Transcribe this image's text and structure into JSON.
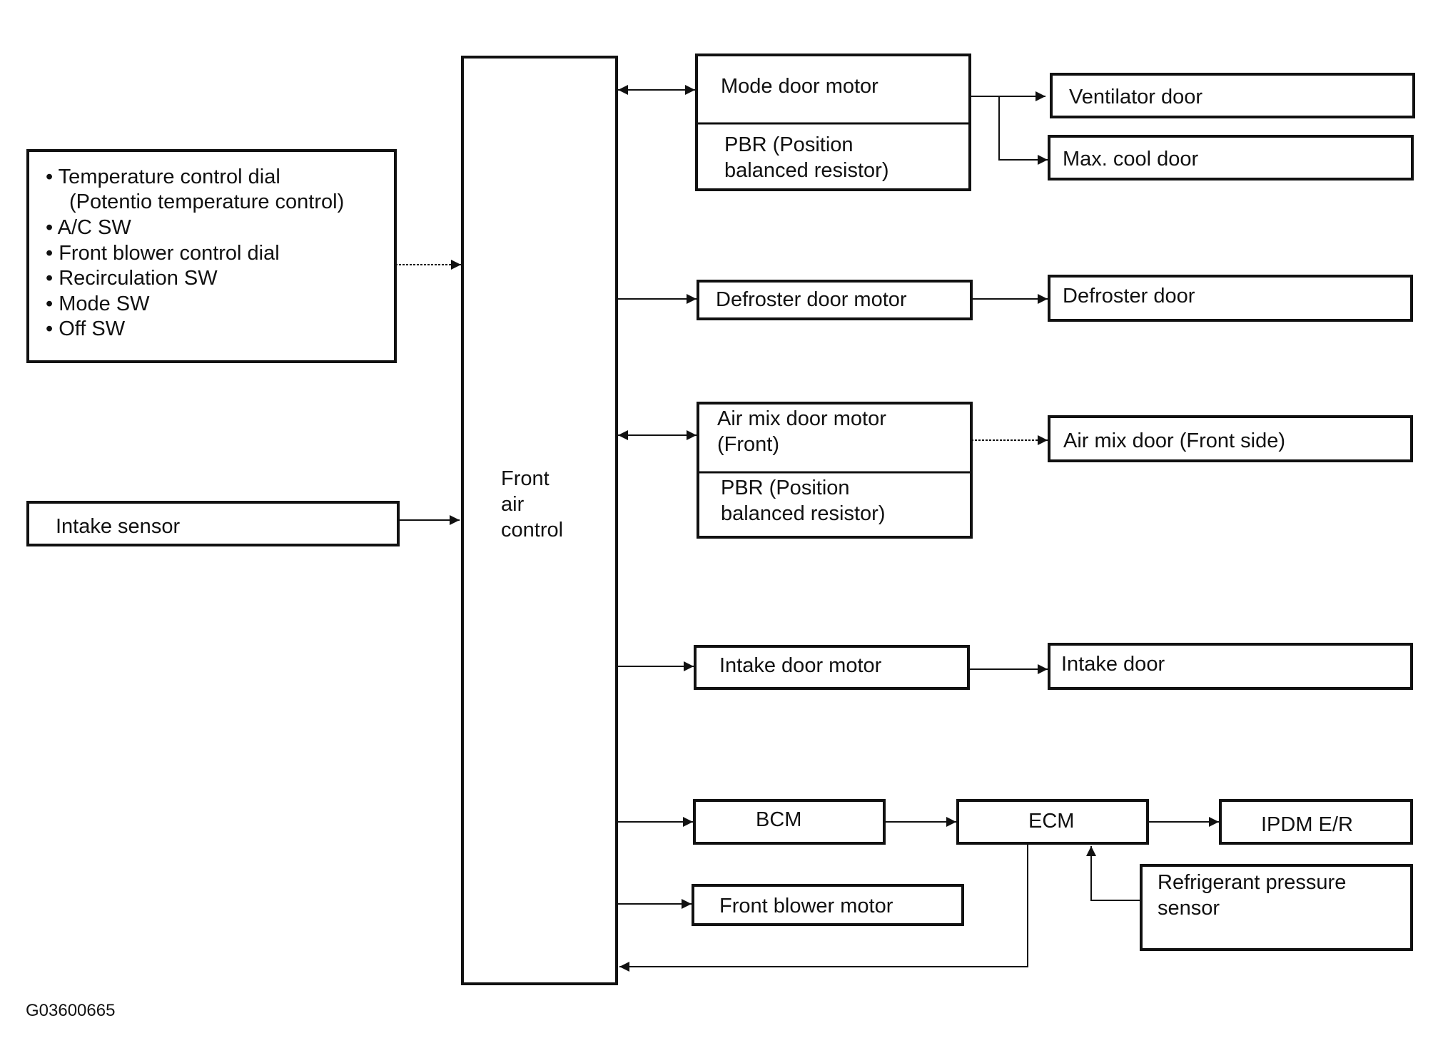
{
  "inputs": {
    "switches": [
      "• Temperature control dial",
      "(Potentio temperature control)",
      "• A/C SW",
      "• Front blower control dial",
      "• Recirculation SW",
      "• Mode SW",
      "• Off SW"
    ],
    "intake_sensor": "Intake sensor"
  },
  "controller": {
    "lines": [
      "Front",
      "air",
      "control"
    ]
  },
  "actuators": {
    "mode_door_motor": "Mode door motor",
    "mode_pbr": [
      "PBR (Position",
      "balanced resistor)"
    ],
    "defroster_door_motor": "Defroster door motor",
    "air_mix_door_motor": [
      "Air mix door motor",
      "(Front)"
    ],
    "air_mix_pbr": [
      "PBR (Position",
      "balanced resistor)"
    ],
    "intake_door_motor": "Intake door motor",
    "bcm": "BCM",
    "front_blower_motor": "Front blower motor",
    "ecm": "ECM"
  },
  "outputs": {
    "ventilator_door": "Ventilator door",
    "max_cool_door": "Max. cool door",
    "defroster_door": "Defroster door",
    "air_mix_door": "Air mix door (Front side)",
    "intake_door": "Intake door",
    "ipdm": "IPDM E/R",
    "refrigerant_sensor": [
      "Refrigerant pressure",
      "sensor"
    ]
  },
  "figure_id": "G03600665"
}
